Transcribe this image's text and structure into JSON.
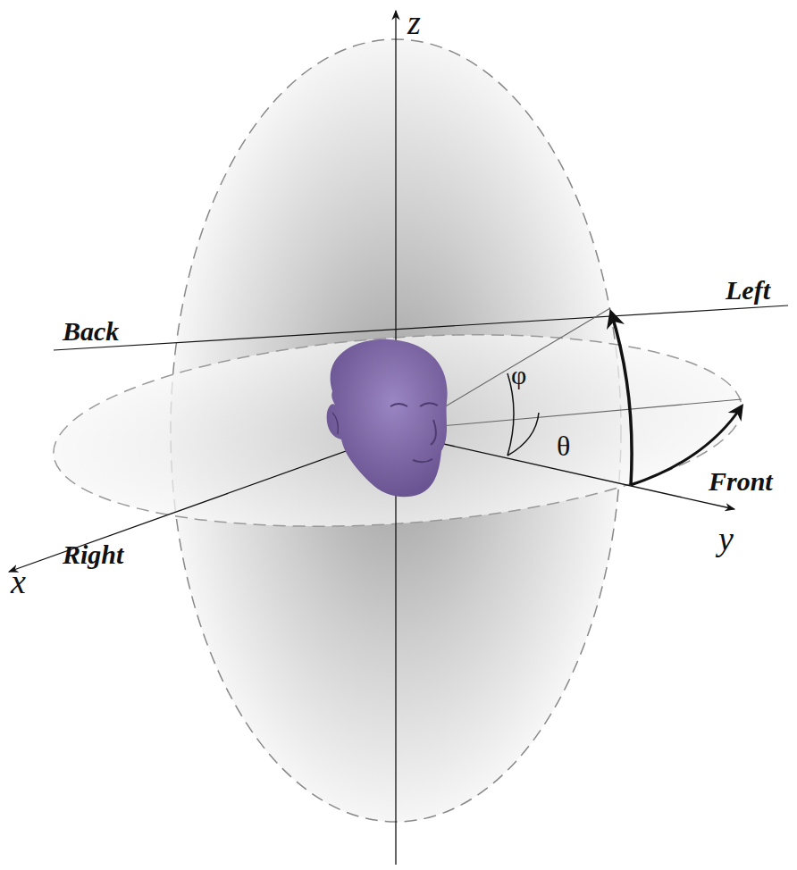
{
  "diagram": {
    "labels": [
      "z",
      "Left",
      "Back",
      "φ",
      "θ",
      "Front",
      "y",
      "Right",
      "x"
    ]
  }
}
